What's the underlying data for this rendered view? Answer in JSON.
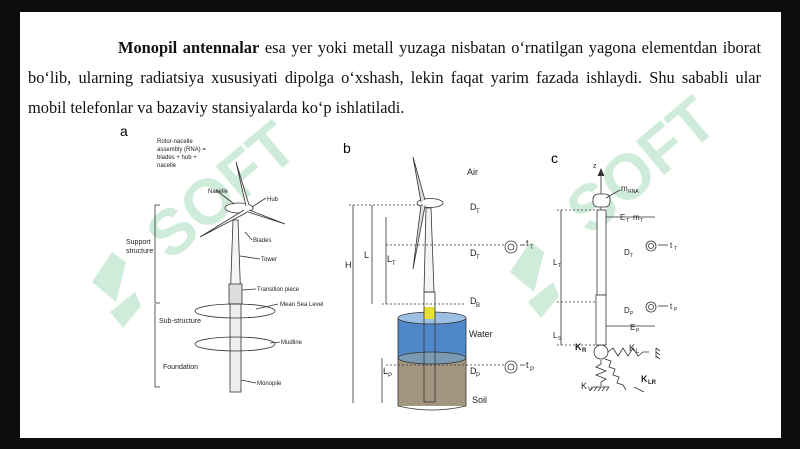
{
  "paragraph": {
    "bold_term": "Monopil antennalar",
    "rest": " esa yer yoki metall yuzaga nisbatan oʻrnatilgan yagona elementdan iborat boʻlib, ularning radiatsiya xususiyati dipolga oʻxshash, lekin faqat yarim fazada ishlaydi. Shu sababli ular mobil telefonlar va bazaviy stansiyalarda koʻp ishlatiladi."
  },
  "watermark": "SOFT",
  "figure_a": {
    "letter": "a",
    "rna_line1": "Rotor-nacelle",
    "rna_line2": "assembly (RNA) =",
    "rna_line3": "blades + hub +",
    "rna_line4": "nacelle",
    "nacelle": "Nacelle",
    "hub": "Hub",
    "blades": "Blades",
    "tower": "Tower",
    "support1": "Support",
    "support2": "structure",
    "transition": "Transition piece",
    "msl": "Mean Sea Level",
    "substructure": "Sub-structure",
    "mudline": "Mudline",
    "foundation": "Foundation",
    "monopile": "Monopile"
  },
  "figure_b": {
    "letter": "b",
    "air": "Air",
    "water": "Water",
    "soil": "Soil",
    "H": "H",
    "L": "L",
    "LT": "L",
    "LT_sub": "T",
    "LP": "L",
    "LP_sub": "P",
    "DT1": "D",
    "DT1_sub": "T",
    "DT2": "D",
    "DT2_sub": "T",
    "tT": "t",
    "tT_sub": "T",
    "DB": "D",
    "DB_sub": "B",
    "DP": "D",
    "DP_sub": "P",
    "tP": "t",
    "tP_sub": "P"
  },
  "figure_c": {
    "letter": "c",
    "z": "z",
    "mRNA": "m",
    "mRNA_sub": "RNA",
    "ET": "E",
    "ET_sub": "T",
    "mT": "m",
    "mT_sub": "T",
    "LT": "L",
    "LT_sub": "T",
    "DT": "D",
    "DT_sub": "T",
    "tT": "t",
    "tT_sub": "T",
    "DP": "D",
    "DP_sub": "P",
    "tP": "t",
    "tP_sub": "P",
    "EP": "E",
    "EP_sub": "P",
    "LS": "L",
    "LS_sub": "S",
    "KR": "K",
    "KR_sub": "R",
    "KL": "K",
    "KL_sub": "L",
    "KLR": "K",
    "KLR_sub": "LR",
    "KV": "K",
    "KV_sub": "V"
  }
}
